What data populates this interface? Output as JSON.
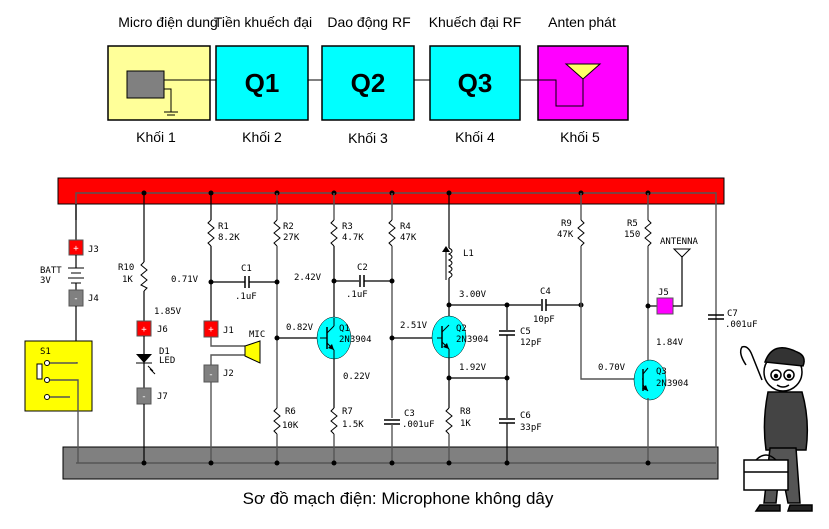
{
  "block_diagram": {
    "blocks": [
      {
        "title": "Micro điện dung",
        "symbol": "",
        "caption": "Khối 1",
        "color": "#FFFF99"
      },
      {
        "title": "Tiền khuếch đại",
        "symbol": "Q1",
        "caption": "Khối 2",
        "color": "#00FFFF"
      },
      {
        "title": "Dao động RF",
        "symbol": "Q2",
        "caption": "Khối 3",
        "color": "#00FFFF"
      },
      {
        "title": "Khuếch đại RF",
        "symbol": "Q3",
        "caption": "Khối 4",
        "color": "#00FFFF"
      },
      {
        "title": "Anten phát",
        "symbol": "",
        "caption": "Khối 5",
        "color": "#FF00FF"
      }
    ]
  },
  "schematic": {
    "colors": {
      "positive_rail": "#FF0000",
      "ground_rail": "#808080",
      "transistor": "#00FFFF",
      "switch_box": "#FFFF00",
      "jack_pos": "#FF0000",
      "jack_neg": "#808080",
      "antenna_jack": "#FF00FF",
      "mic": "#FFFF00"
    },
    "battery": {
      "name": "BATT",
      "value": "3V"
    },
    "switch": {
      "name": "S1"
    },
    "jacks": {
      "j1": "J1",
      "j2": "J2",
      "j3": "J3",
      "j4": "J4",
      "j5": "J5",
      "j6": "J6",
      "j7": "J7",
      "plus": "+",
      "minus": "-"
    },
    "led": {
      "name": "D1",
      "type": "LED"
    },
    "mic": {
      "name": "MIC"
    },
    "antenna": {
      "name": "ANTENNA"
    },
    "resistors": {
      "r1": {
        "name": "R1",
        "value": "8.2K"
      },
      "r2": {
        "name": "R2",
        "value": "27K"
      },
      "r3": {
        "name": "R3",
        "value": "4.7K"
      },
      "r4": {
        "name": "R4",
        "value": "47K"
      },
      "r5": {
        "name": "R5",
        "value": "150"
      },
      "r6": {
        "name": "R6",
        "value": "10K"
      },
      "r7": {
        "name": "R7",
        "value": "1.5K"
      },
      "r8": {
        "name": "R8",
        "value": "1K"
      },
      "r9": {
        "name": "R9",
        "value": "47K"
      },
      "r10": {
        "name": "R10",
        "value": "1K"
      }
    },
    "capacitors": {
      "c1": {
        "name": "C1",
        "value": ".1uF"
      },
      "c2": {
        "name": "C2",
        "value": ".1uF"
      },
      "c3": {
        "name": "C3",
        "value": ".001uF"
      },
      "c4": {
        "name": "C4",
        "value": "10pF"
      },
      "c5": {
        "name": "C5",
        "value": "12pF"
      },
      "c6": {
        "name": "C6",
        "value": "33pF"
      },
      "c7": {
        "name": "C7",
        "value": ".001uF"
      }
    },
    "inductor": {
      "name": "L1"
    },
    "transistors": {
      "q1": {
        "name": "Q1",
        "type": "2N3904"
      },
      "q2": {
        "name": "Q2",
        "type": "2N3904"
      },
      "q3": {
        "name": "Q3",
        "type": "2N3904"
      }
    },
    "voltages": {
      "v_mic": "0.71V",
      "v_led": "1.85V",
      "v_q1b": "0.82V",
      "v_q1c": "2.42V",
      "v_q1e": "0.22V",
      "v_q2b": "2.51V",
      "v_q2c": "3.00V",
      "v_q2e": "1.92V",
      "v_q3b": "0.70V",
      "v_q3c": "1.84V"
    }
  },
  "caption": "Sơ đồ mạch điện: Microphone không dây"
}
